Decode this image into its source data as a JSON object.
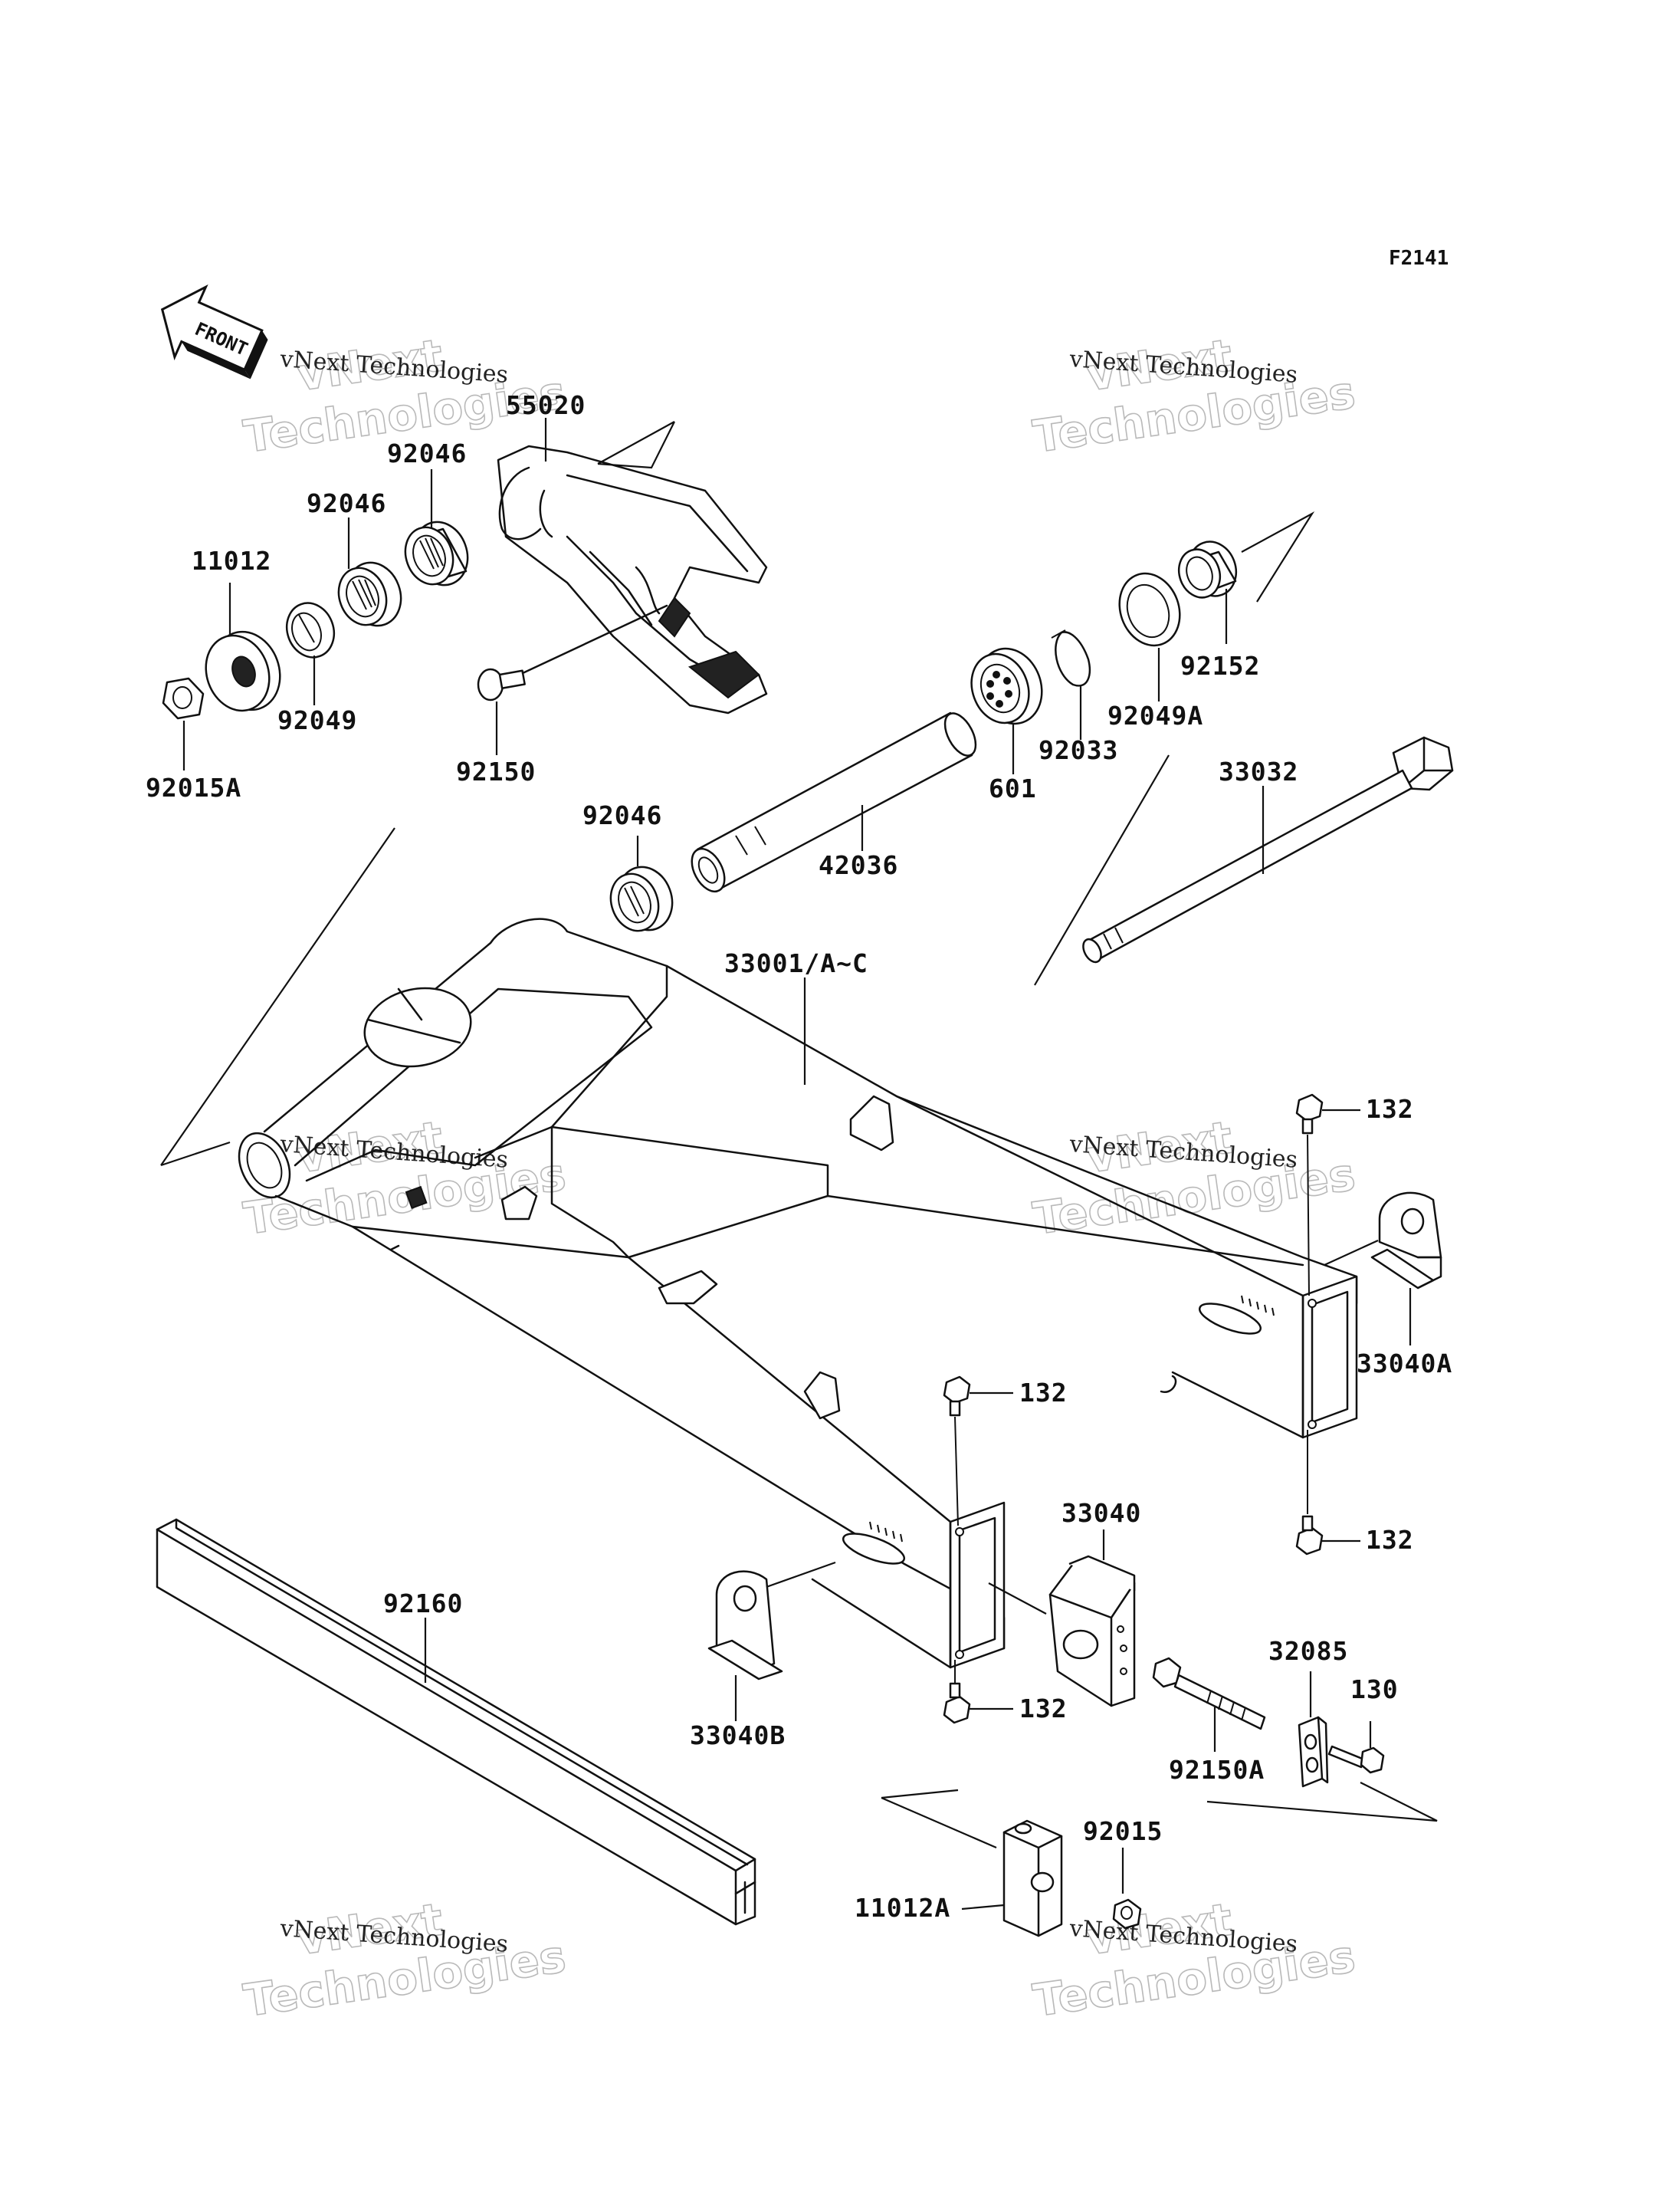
{
  "figure_code": "F2141",
  "front_label": "FRONT",
  "watermark": {
    "line1": "vNext",
    "line2": "vNext Technologies",
    "line3": "Technologies"
  },
  "parts": {
    "p55020": "55020",
    "p92046_a": "92046",
    "p92046_b": "92046",
    "p92046_c": "92046",
    "p11012": "11012",
    "p92049": "92049",
    "p92015A": "92015A",
    "p92150": "92150",
    "p92152": "92152",
    "p92049A": "92049A",
    "p92033": "92033",
    "p601": "601",
    "p42036": "42036",
    "p33032": "33032",
    "p33001": "33001/A~C",
    "p132_a": "132",
    "p132_b": "132",
    "p132_c": "132",
    "p132_d": "132",
    "p33040A": "33040A",
    "p33040": "33040",
    "p92160": "92160",
    "p33040B": "33040B",
    "p32085": "32085",
    "p130": "130",
    "p92150A": "92150A",
    "p92015": "92015",
    "p11012A": "11012A"
  }
}
